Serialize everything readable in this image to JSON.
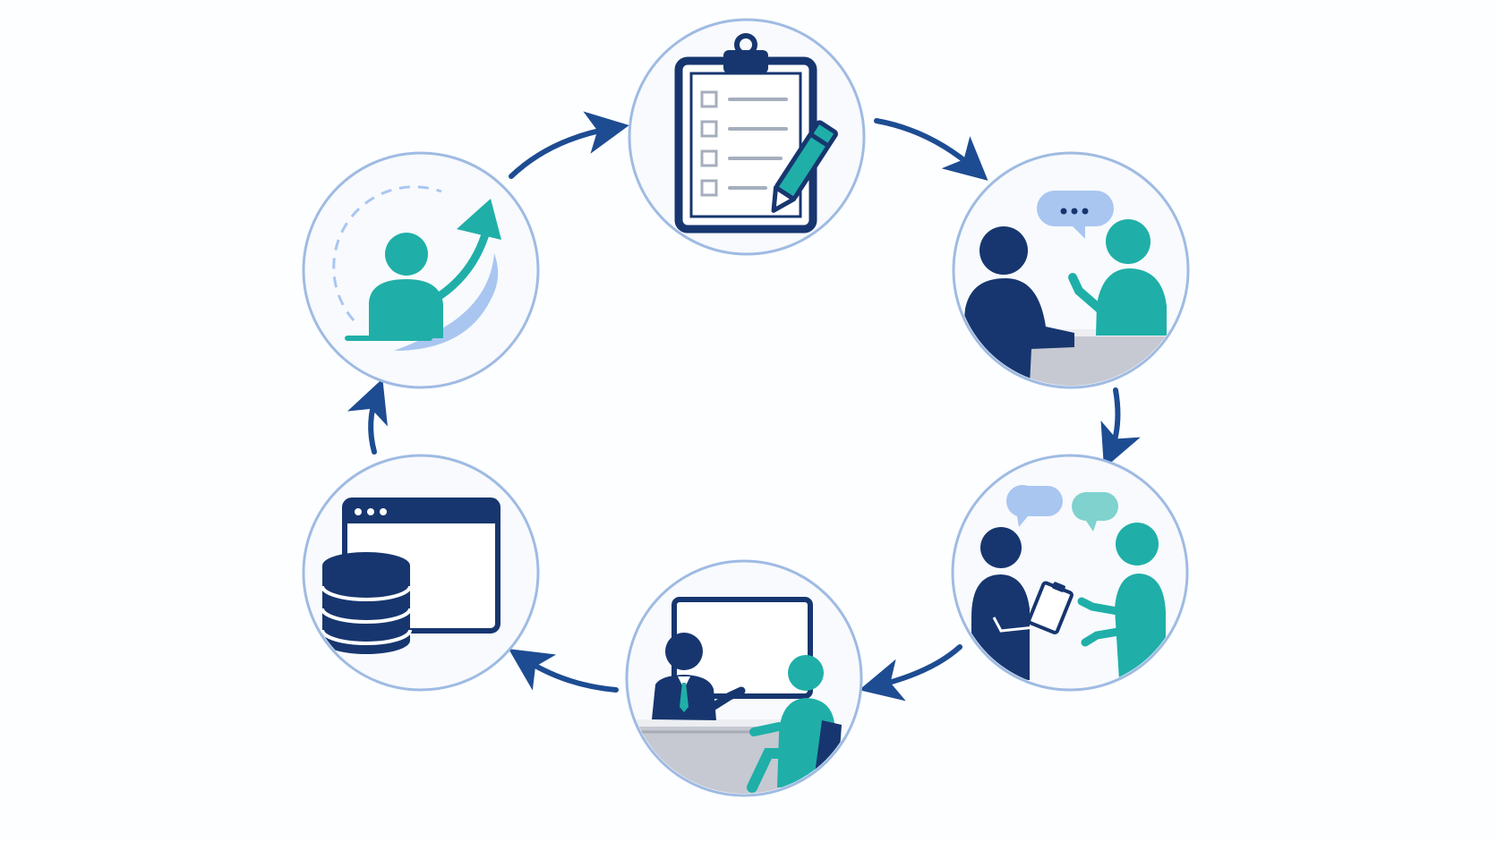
{
  "colors": {
    "background": "#fdfeff",
    "navy": "#17366f",
    "teal": "#1fafa8",
    "light_blue": "#a9c6f1",
    "light_teal": "#7fd2cd",
    "gray": "#c6c9d1",
    "ring": "#9fbbe3",
    "circle_fill": "#f8fafd",
    "arrow": "#1d4c92"
  },
  "steps": [
    {
      "id": "planning",
      "icon": "clipboard-checklist-icon"
    },
    {
      "id": "interview",
      "icon": "interview-conversation-icon"
    },
    {
      "id": "assessment",
      "icon": "clipboard-discussion-icon"
    },
    {
      "id": "presentation",
      "icon": "whiteboard-meeting-icon"
    },
    {
      "id": "records",
      "icon": "database-window-icon"
    },
    {
      "id": "growth",
      "icon": "person-growth-arrow-icon"
    }
  ],
  "flow": {
    "direction": "clockwise",
    "arrow_count": 6
  }
}
